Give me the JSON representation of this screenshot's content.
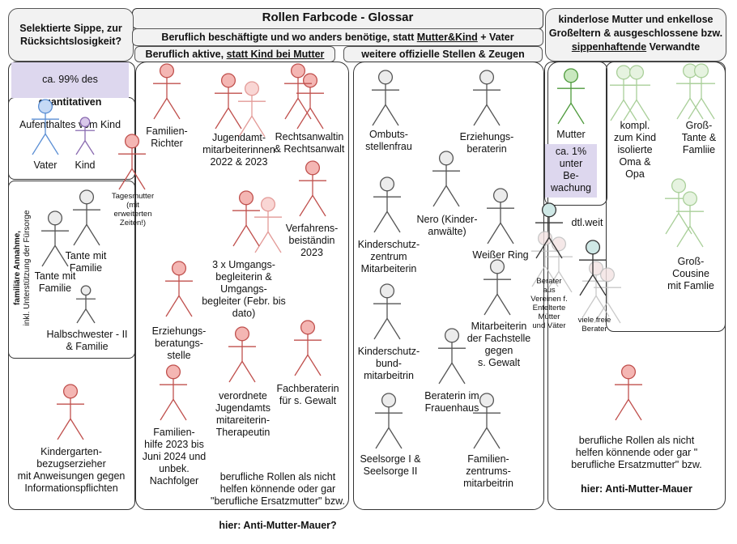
{
  "title": "Rollen Farbcode - Glossar",
  "left_header": "Selektierte Sippe, zur Rücksichtslosigkeit?",
  "mid_header": {
    "pre": "Beruflich beschäftigte und wo anders benötige, statt ",
    "u": "Mutter&Kind",
    "post": " + Vater"
  },
  "sub_left_header": {
    "pre": "Beruflich aktive, ",
    "u": "statt Kind bei Mutter"
  },
  "sub_right_header": "weitere offizielle Stellen & Zeugen",
  "right_header": {
    "pre": "kinderlose Mutter und enkellose Großeltern & ausgeschlossene bzw. ",
    "u": "sippenhaftende",
    "post": " Verwandte"
  },
  "aufenthalt": {
    "pre": "ca. 99% des",
    "bold": "quantitativen",
    "post": "Aufenthaltes vom Kind"
  },
  "vater": "Vater",
  "kind": "Kind",
  "tagesmutter": "Tagesmutter\n(mit\nerweiterten\nZeiten!)",
  "familiaere": {
    "bold": "familiäre Annahme,",
    "rest": "inkl. Unterstützung der Fürsorge"
  },
  "tante1": "Tante mit\nFamilie",
  "tante2": "Tante mit\nFamilie",
  "halbschwester": "Halbschwester - II\n& Familie",
  "kindergarten": "Kindergarten-\nbezugserzieher\nmit Anweisungen gegen\nInformationspflichten",
  "familienrichter": "Familien-\nRichter",
  "jugendamt": "Jugendamt-\nmitarbeiterinnen\n2022 & 2023",
  "rechtsanwalt": "Rechtsanwaltin\n& Rechtsanwalt",
  "verfahrensbeistaendin": "Verfahrens-\nbeiständin\n2023",
  "umgang": "3 x Umgangs-\nbegleiterin  &\nUmgangs-\nbegleiter (Febr. bis\ndato)",
  "erziehungsberatungsstelle": "Erziehungs-\nberatungs-\nstelle",
  "jugendamt_therapeutin": "verordnete\nJugendamts\nmitareiterin-\nTherapeutin",
  "fachberaterin": "Fachberaterin\nfür s. Gewalt",
  "familienhilfe": "Familien-\nhilfe 2023 bis\nJuni 2024 und\nunbek.\nNachfolger",
  "mauer_mid": {
    "text": "berufliche Rollen als nicht\nhelfen könnende oder gar\n\"berufliche Ersatzmutter\" bzw.",
    "bold": "hier: Anti-Mutter-Mauer?"
  },
  "ombuds": "Ombuts-\nstellenfrau",
  "erziehungsberaterin": "Erziehungs-\nberaterin",
  "nero": "Nero (Kinder-\nanwälte)",
  "kinderschutzzentrum": "Kinderschutz-\nzentrum\nMitarbeiterin",
  "weisser_ring": "Weißer Ring",
  "fachstelle": "Mitarbeiterin\nder  Fachstelle\ngegen\ns. Gewalt",
  "kinderschutzbund": "Kinderschutz-\nbund-\nmitarbeitrin",
  "frauenhaus": "Beraterin im\nFrauenhaus",
  "seelsorge": "Seelsorge I &\nSeelsorge II",
  "familienzentrum": "Familien-\nzentrums-\nmitarbeitrin",
  "mutter": "Mutter",
  "bewachung": "ca. 1%\nunter\nBe-\nwachung",
  "oma_opa": "kompl.\nzum Kind\nisolierte\nOma &\nOpa",
  "grosstante": "Groß-\nTante &\nFamliie",
  "dtl_weit": "dtl.weit",
  "berater_vereine": "Berater\naus\nVereinen f.\nEntelterte\nMütter\nund Väter",
  "freie_berater": "viele freie\nBerater",
  "grosscousine": "Groß-\nCousine\nmit Famlie",
  "mauer_right": {
    "text": "berufliche Rollen als nicht\nhelfen könnende oder gar \"\nberufliche Ersatzmutter\" bzw.",
    "bold": "hier: Anti-Mutter-Mauer"
  },
  "colors": {
    "red": "#c0504d",
    "red_fill": "#f4b6b3",
    "grey": "#555555",
    "grey_fill": "#ececec",
    "blue": "#5b8fd4",
    "blue_fill": "#c5d9f5",
    "purple": "#8a6bb0",
    "purple_fill": "#d9c8ea",
    "green": "#4e9a3c",
    "green_fill": "#c9e8bf",
    "lightgreen": "#a9cf99",
    "teal_fill": "#cfe8e6",
    "highlight": "#ddd7ee"
  }
}
